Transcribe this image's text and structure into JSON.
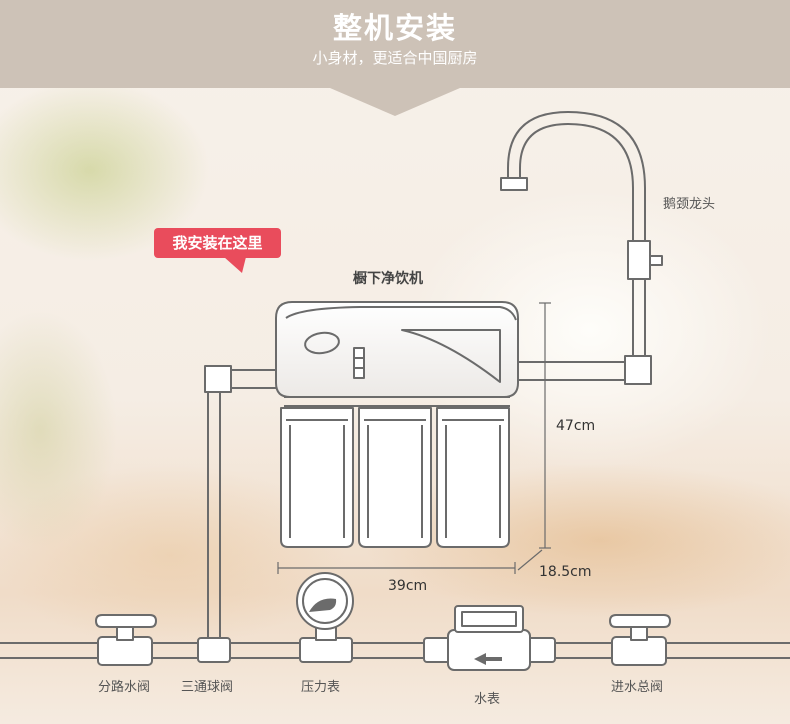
{
  "header": {
    "title": "整机安装",
    "subtitle": "小身材，更适合中国厨房"
  },
  "callout": "我安装在这里",
  "labels": {
    "machine": "橱下净饮机",
    "faucet": "鹅颈龙头",
    "height": "47cm",
    "width": "39cm",
    "depth": "18.5cm",
    "branch_valve": "分路水阀",
    "tee_valve": "三通球阀",
    "pressure_gauge": "压力表",
    "water_meter": "水表",
    "main_valve": "进水总阀"
  },
  "colors": {
    "header_bg": "#cdc2b7",
    "callout_bg": "#e94c5c",
    "line": "#6b6b6b"
  }
}
